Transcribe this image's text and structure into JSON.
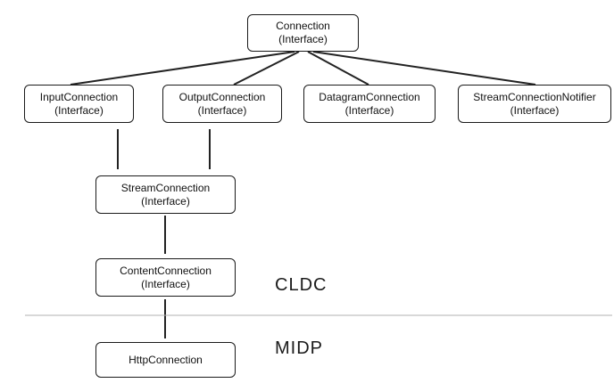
{
  "nodes": {
    "connection": {
      "name": "Connection",
      "kind": "(Interface)"
    },
    "input_connection": {
      "name": "InputConnection",
      "kind": "(Interface)"
    },
    "output_connection": {
      "name": "OutputConnection",
      "kind": "(Interface)"
    },
    "datagram_connection": {
      "name": "DatagramConnection",
      "kind": "(Interface)"
    },
    "stream_connection_notifier": {
      "name": "StreamConnectionNotifier",
      "kind": "(Interface)"
    },
    "stream_connection": {
      "name": "StreamConnection",
      "kind": "(Interface)"
    },
    "content_connection": {
      "name": "ContentConnection",
      "kind": "(Interface)"
    },
    "http_connection": {
      "name": "HttpConnection"
    }
  },
  "layers": {
    "upper": "CLDC",
    "lower": "MIDP"
  },
  "colors": {
    "box_border": "#1a1a1a",
    "edge": "#222222",
    "separator": "#b0b0b0",
    "background": "#ffffff"
  }
}
